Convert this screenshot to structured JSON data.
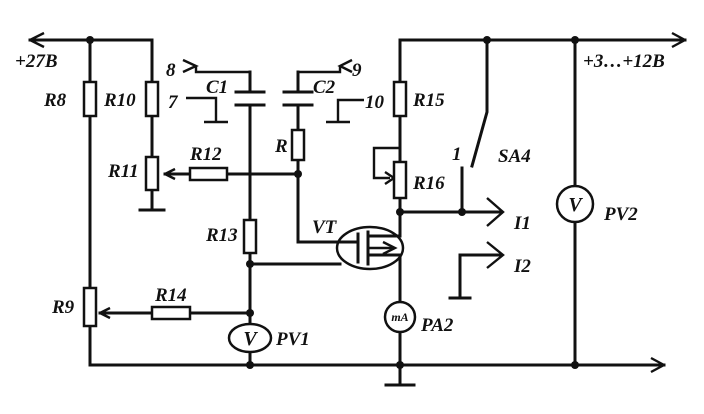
{
  "supply": {
    "left_voltage": "+27B",
    "right_voltage": "+3…+12B"
  },
  "resistors": {
    "r8": "R8",
    "r9": "R9",
    "r10": "R10",
    "r11": "R11",
    "r12": "R12",
    "r13": "R13",
    "r14": "R14",
    "r15": "R15",
    "r16": "R16",
    "r": "R"
  },
  "capacitors": {
    "c1": "C1",
    "c2": "C2"
  },
  "terminals": {
    "t7": "7",
    "t8": "8",
    "t9": "9",
    "t10": "10",
    "i1": "I1",
    "i2": "I2"
  },
  "switch": {
    "name": "SA4",
    "pin": "1"
  },
  "transistor": {
    "name": "VT"
  },
  "meters": {
    "pv1": {
      "name": "PV1",
      "symbol": "V"
    },
    "pv2": {
      "name": "PV2",
      "symbol": "V"
    },
    "pa2": {
      "name": "PA2",
      "symbol": "mA"
    }
  }
}
